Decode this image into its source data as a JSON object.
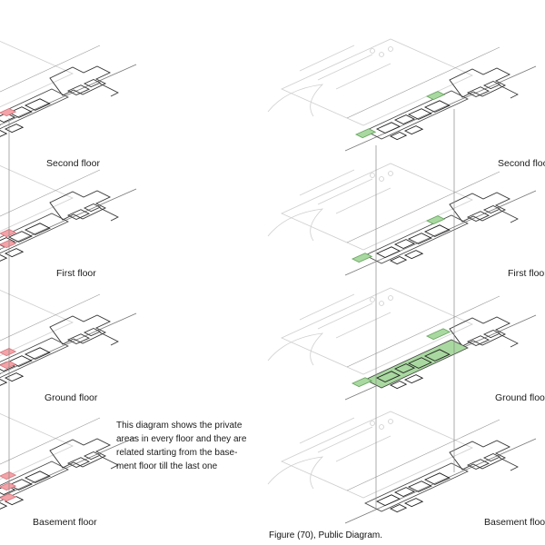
{
  "left_panel": {
    "floor_labels": [
      "Second floor",
      "First floor",
      "Ground floor",
      "Basement floor"
    ],
    "highlight_color": "#f4a3a8"
  },
  "right_panel": {
    "floor_labels": [
      "Second floor",
      "First floor",
      "Ground floor",
      "Basement floor"
    ],
    "highlight_color": "#a9d9a0"
  },
  "description": {
    "lines": [
      "This diagram shows the private",
      "areas in every floor and they are",
      "related starting from the base-",
      "ment floor till the last one"
    ]
  },
  "caption": "Figure (70), Public Diagram."
}
